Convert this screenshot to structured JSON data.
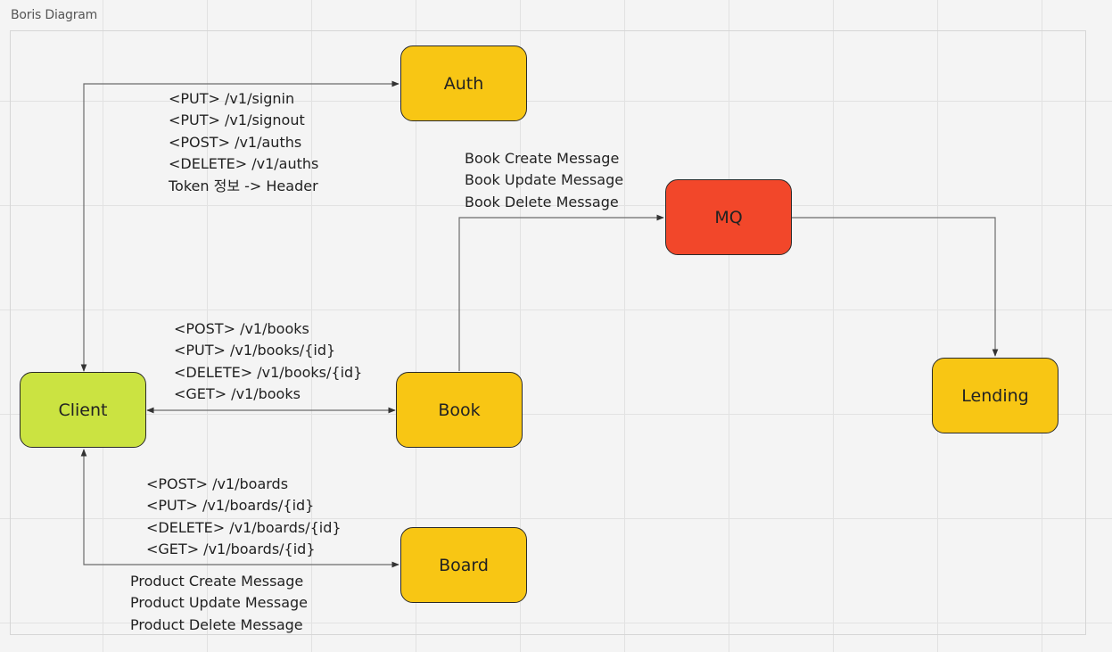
{
  "frame": {
    "title": "Boris Diagram"
  },
  "colors": {
    "service": "#f8c614",
    "client": "#cbe341",
    "mq": "#f2472a",
    "edge": "#6b6b6b"
  },
  "nodes": {
    "auth": {
      "label": "Auth"
    },
    "mq": {
      "label": "MQ"
    },
    "client": {
      "label": "Client"
    },
    "book": {
      "label": "Book"
    },
    "lending": {
      "label": "Lending"
    },
    "board": {
      "label": "Board"
    }
  },
  "edge_labels": {
    "client_auth": [
      "<PUT> /v1/signin",
      "<PUT> /v1/signout",
      "<POST> /v1/auths",
      "<DELETE> /v1/auths",
      "Token 정보 -> Header"
    ],
    "book_mq": [
      "Book Create Message",
      "Book Update Message",
      "Book Delete Message"
    ],
    "client_book": [
      "<POST> /v1/books",
      "<PUT> /v1/books/{id}",
      "<DELETE> /v1/books/{id}",
      "<GET> /v1/books"
    ],
    "client_board": [
      "<POST> /v1/boards",
      "<PUT> /v1/boards/{id}",
      "<DELETE> /v1/boards/{id}",
      "<GET> /v1/boards/{id}"
    ],
    "board_messages": [
      "Product Create Message",
      "Product Update Message",
      "Product Delete Message"
    ]
  }
}
